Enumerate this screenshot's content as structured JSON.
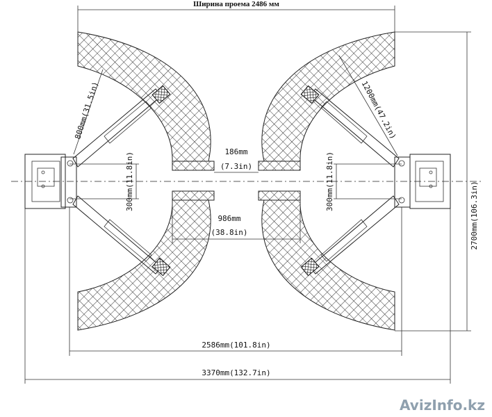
{
  "header": {
    "opening_width": "Ширина проема 2486 мм"
  },
  "dimensions": {
    "center_gap": "186mm",
    "center_gap_in": "(7.3in)",
    "pad_span": "986mm",
    "pad_span_in": "(38.8in)",
    "arm_short_left": "800mm(31.5in)",
    "arm_long_right": "1200mm(47.2in)",
    "post_left_v": "300mm(11.8in)",
    "post_right_v": "300mm(11.8in)",
    "inner_width": "2586mm(101.8in)",
    "overall_width": "3370mm(132.7in)",
    "height": "2700mm(106.3in)"
  },
  "watermark": {
    "text": "AvizInfo.kz"
  },
  "colors": {
    "line": "#222222",
    "hatch": "#333333",
    "watermark": "#8fa0ae"
  }
}
